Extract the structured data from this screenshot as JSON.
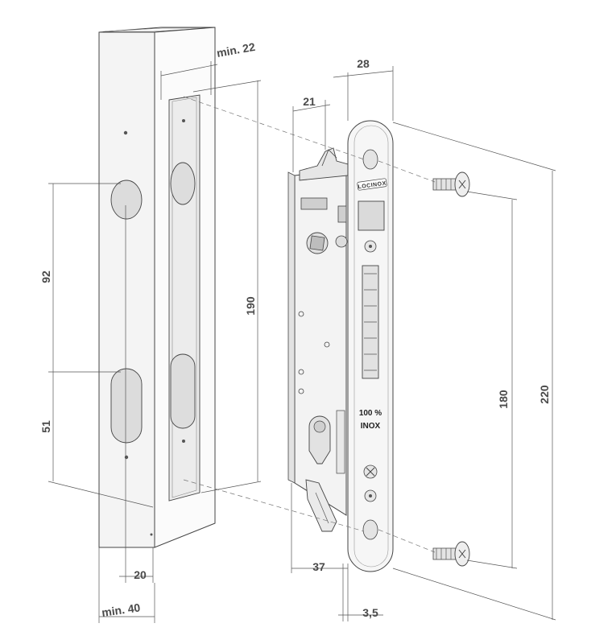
{
  "dimensions": {
    "post_depth": "min. 22",
    "post_width": "min. 40",
    "backset_post": "20",
    "hole_spacing_92": "92",
    "hole_spacing_51": "51",
    "cut_length": "190",
    "case_width": "21",
    "faceplate_width": "28",
    "lock_depth": "37",
    "faceplate_thickness": "3,5",
    "screw_spacing": "180",
    "faceplate_length": "220"
  },
  "faceplate": {
    "brand": "LOCINOX",
    "material_line1": "100 %",
    "material_line2": "INOX"
  },
  "colors": {
    "line": "#444444",
    "dimension_text": "#4a4a4a",
    "metal_fill": "#f2f2f2",
    "shade": "#d8d8d8"
  }
}
